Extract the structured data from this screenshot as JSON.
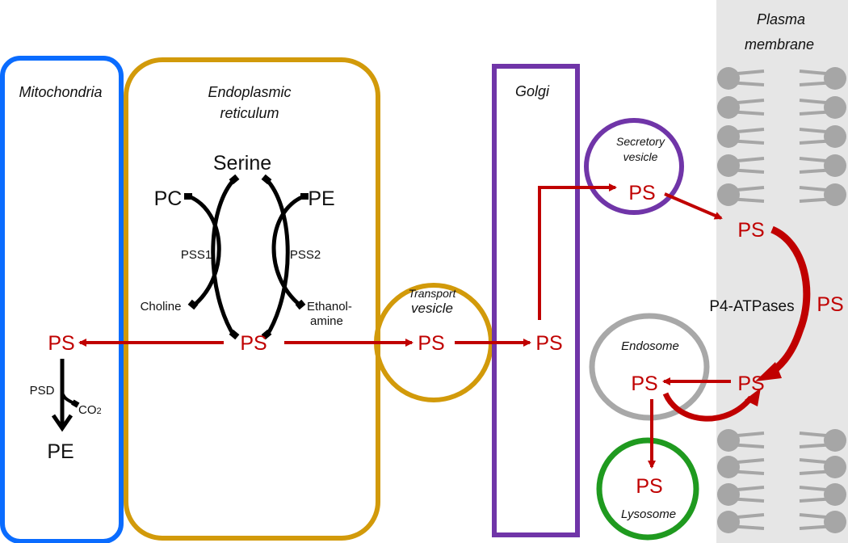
{
  "colors": {
    "mitochondria": "#0a6cff",
    "er": "#d29a0a",
    "golgi": "#7035a8",
    "endosome": "#a8a8a8",
    "lysosome": "#1f9a1f",
    "membrane_bg": "#e6e6e6",
    "lipid": "#a6a6a6",
    "ps": "#c00000",
    "text": "#111111"
  },
  "compartments": {
    "mitochondria": "Mitochondria",
    "er_line1": "Endoplasmic",
    "er_line2": "reticulum",
    "golgi": "Golgi",
    "plasma_line1": "Plasma",
    "plasma_line2": "membrane",
    "transport_line1": "Transport",
    "transport_line2": "vesicle",
    "secretory_line1": "Secretory",
    "secretory_line2": "vesicle",
    "endosome": "Endosome",
    "lysosome": "Lysosome"
  },
  "molecules": {
    "serine": "Serine",
    "pc": "PC",
    "pe_er": "PE",
    "pss1": "PSS1",
    "pss2": "PSS2",
    "choline": "Choline",
    "ethanolamine_line1": "Ethanol-",
    "ethanolamine_line2": "amine",
    "ps": "PS",
    "psd": "PSD",
    "co2": "CO",
    "co2_sub": "2",
    "pe_mito": "PE",
    "p4_atpases": "P4-ATPases"
  }
}
